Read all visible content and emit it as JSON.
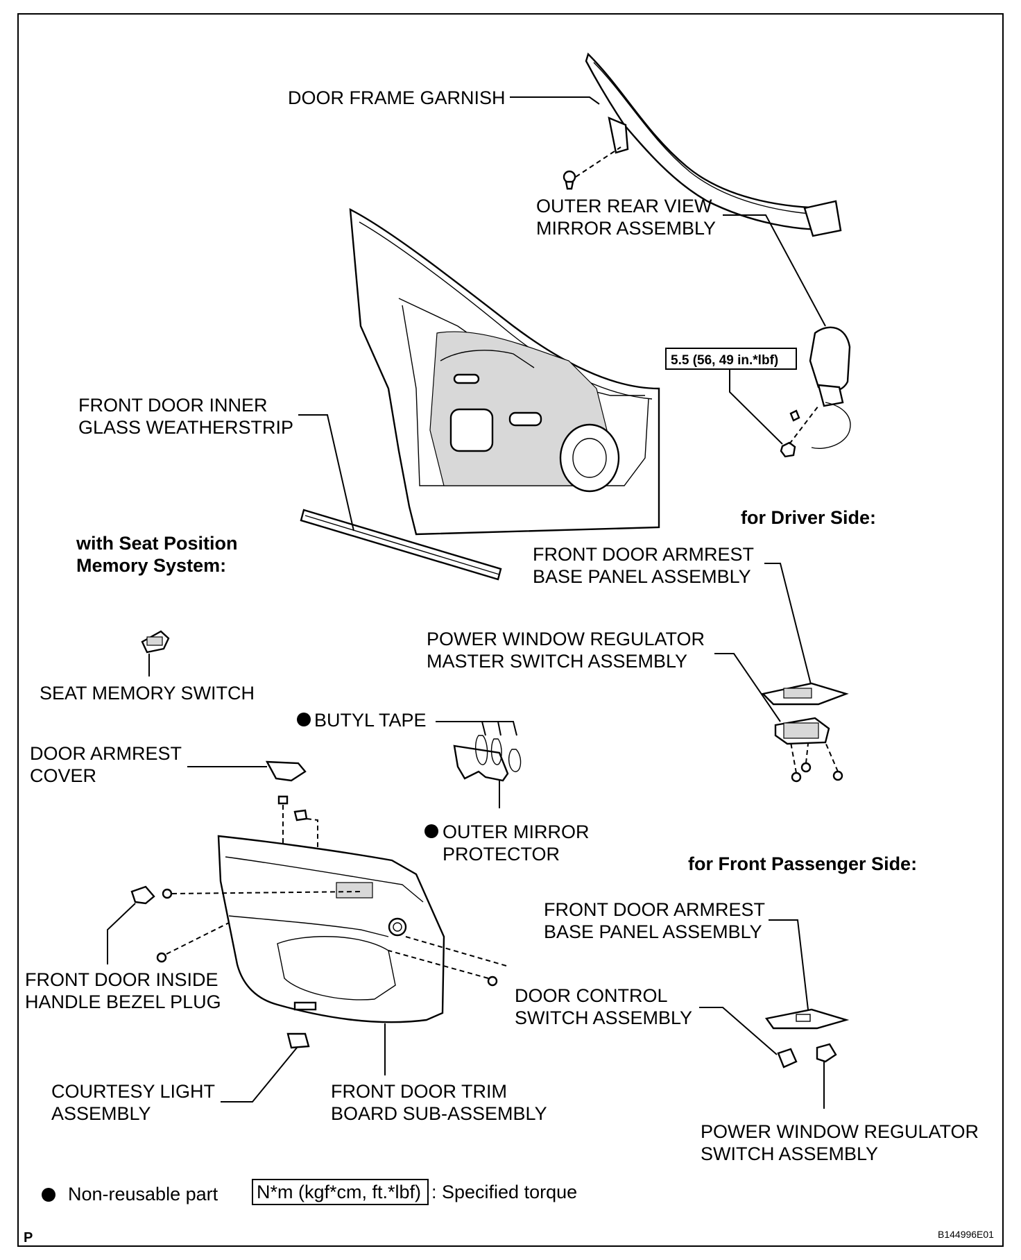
{
  "labels": {
    "door_frame_garnish": "DOOR FRAME GARNISH",
    "outer_mirror_1": "OUTER REAR VIEW",
    "outer_mirror_2": "MIRROR ASSEMBLY",
    "torque_spec": "5.5 (56, 49 in.*lbf)",
    "inner_weatherstrip_1": "FRONT DOOR INNER",
    "inner_weatherstrip_2": "GLASS WEATHERSTRIP",
    "driver_side": "for Driver Side:",
    "armrest_base_driver_1": "FRONT DOOR ARMREST",
    "armrest_base_driver_2": "BASE PANEL ASSEMBLY",
    "seat_memory_heading_1": "with Seat Position",
    "seat_memory_heading_2": "Memory System:",
    "master_switch_1": "POWER WINDOW REGULATOR",
    "master_switch_2": "MASTER SWITCH ASSEMBLY",
    "seat_memory_switch": "SEAT MEMORY SWITCH",
    "butyl_tape": "BUTYL TAPE",
    "armrest_cover_1": "DOOR ARMREST",
    "armrest_cover_2": "COVER",
    "outer_mirror_protector_1": "OUTER MIRROR",
    "outer_mirror_protector_2": "PROTECTOR",
    "passenger_side": "for Front Passenger Side:",
    "armrest_base_pass_1": "FRONT DOOR ARMREST",
    "armrest_base_pass_2": "BASE PANEL ASSEMBLY",
    "handle_bezel_plug_1": "FRONT DOOR INSIDE",
    "handle_bezel_plug_2": "HANDLE BEZEL PLUG",
    "door_control_switch_1": "DOOR CONTROL",
    "door_control_switch_2": "SWITCH ASSEMBLY",
    "courtesy_light_1": "COURTESY LIGHT",
    "courtesy_light_2": "ASSEMBLY",
    "trim_board_1": "FRONT DOOR TRIM",
    "trim_board_2": "BOARD SUB-ASSEMBLY",
    "regulator_switch_1": "POWER WINDOW REGULATOR",
    "regulator_switch_2": "SWITCH ASSEMBLY"
  },
  "legend": {
    "non_reusable": "Non-reusable part",
    "torque_box": "N*m (kgf*cm, ft.*lbf)",
    "torque_text": ": Specified torque"
  },
  "footer": {
    "corner_letter": "P",
    "figure_id": "B144996E01"
  }
}
